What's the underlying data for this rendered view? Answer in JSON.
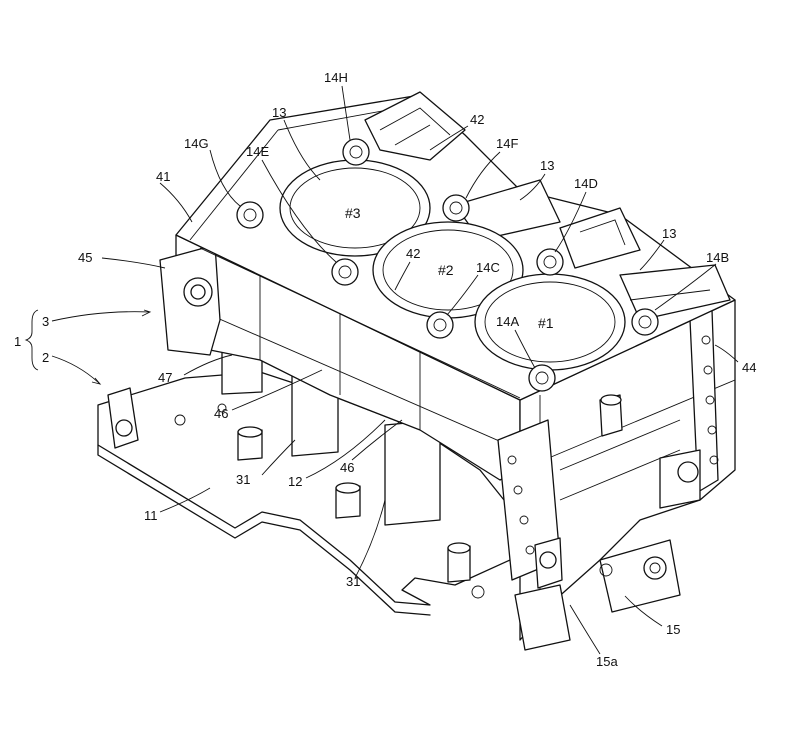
{
  "labels": {
    "l_14H": "14H",
    "l_13_top": "13",
    "l_42_top": "42",
    "l_14G": "14G",
    "l_14E": "14E",
    "l_14F": "14F",
    "l_13_mid": "13",
    "l_14D": "14D",
    "l_41": "41",
    "l_3_cyl": "#3",
    "l_13_right": "13",
    "l_45": "45",
    "l_42_mid": "42",
    "l_2_cyl": "#2",
    "l_14C": "14C",
    "l_14B": "14B",
    "l_3": "3",
    "l_1": "1",
    "l_2": "2",
    "l_14A": "14A",
    "l_1_cyl": "#1",
    "l_44": "44",
    "l_47": "47",
    "l_46_a": "46",
    "l_46_b": "46",
    "l_31_a": "31",
    "l_12": "12",
    "l_11": "11",
    "l_31_b": "31",
    "l_15": "15",
    "l_15a": "15a"
  }
}
